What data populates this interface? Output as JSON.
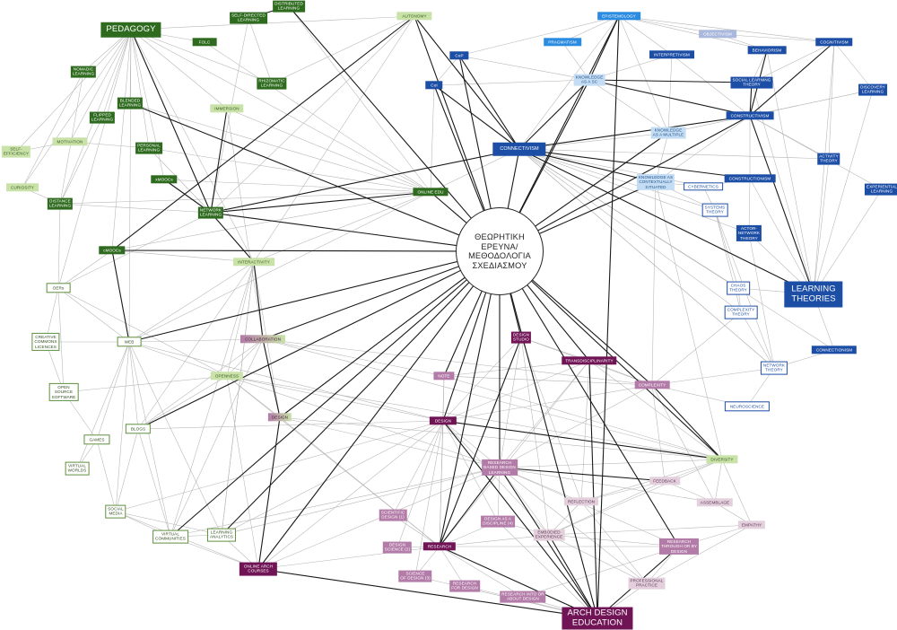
{
  "center": {
    "label": "ΘΕΩΡΗΤΙΚΗ\nΕΡΕΥΝΑ/\nΜΕΘΟΔΟΛΟΓΙΑ\nΣΧΕΔΙΑΣΜΟΥ"
  },
  "colors": {
    "dark_green": "#2e6b1e",
    "light_green": "#c8e2a8",
    "outline_green": "#5f8f3e",
    "dark_blue": "#1c4ea6",
    "mid_blue": "#2a8be0",
    "light_blue": "#c4ddf4",
    "dark_purple": "#701456",
    "mid_purple": "#b37ba8",
    "light_purple": "#e3d0dc",
    "edge_light": "#b4b4b4",
    "edge_dark": "#1a1a1a"
  },
  "nodes": [
    {
      "id": "pedagogy",
      "label": "PEDAGOGY"
    },
    {
      "id": "self_directed",
      "label": "SELF-DIRECTED\nLEARNING"
    },
    {
      "id": "distributed",
      "label": "DISTRIBUTED\nLEARNING"
    },
    {
      "id": "autonomy",
      "label": "AUTONOMY"
    },
    {
      "id": "folc",
      "label": "FOLC"
    },
    {
      "id": "nomadic",
      "label": "NOMADIC\nLEARNING"
    },
    {
      "id": "rhizomatic",
      "label": "RHIZOMATIC\nLEARNING"
    },
    {
      "id": "blended",
      "label": "BLENDED\nLEARNING"
    },
    {
      "id": "flipped",
      "label": "FLIPPED\nLEARNING"
    },
    {
      "id": "immersion",
      "label": "IMMERSION"
    },
    {
      "id": "motivation",
      "label": "MOTIVATION"
    },
    {
      "id": "personal",
      "label": "PERSONAL\nLEARNING"
    },
    {
      "id": "self_efficiency",
      "label": "SELF-\nEFFICIENCY"
    },
    {
      "id": "curiosity",
      "label": "CURIOSITY"
    },
    {
      "id": "xmoocs",
      "label": "xMOOCs"
    },
    {
      "id": "distance",
      "label": "DISTANCE\nLEARNING"
    },
    {
      "id": "network_learning",
      "label": "NETWORK\nLEARNING"
    },
    {
      "id": "online_edu",
      "label": "ONLINE EDU"
    },
    {
      "id": "cmoocs",
      "label": "cMOOCs"
    },
    {
      "id": "interactivity",
      "label": "INTERACTIVITY"
    },
    {
      "id": "oers",
      "label": "OERs"
    },
    {
      "id": "creative_commons",
      "label": "CREATIVE\nCOMMONS\nLICENCES"
    },
    {
      "id": "web",
      "label": "WEB"
    },
    {
      "id": "collaboration",
      "label": "COLLABORATION"
    },
    {
      "id": "openness",
      "label": "OPENNESS"
    },
    {
      "id": "open_source",
      "label": "OPEN\nSOURCE\nSOFTWARE"
    },
    {
      "id": "blogs",
      "label": "BLOGS"
    },
    {
      "id": "games",
      "label": "GAMES"
    },
    {
      "id": "virtual_worlds",
      "label": "VIRTUAL\nWORLDS"
    },
    {
      "id": "social_media",
      "label": "SOCIAL\nMEDIA"
    },
    {
      "id": "virtual_communities",
      "label": "VIRTUAL\nCOMMUNITIES"
    },
    {
      "id": "learning_analytics",
      "label": "LEARNING\nANALYTICS"
    },
    {
      "id": "online_arch",
      "label": "ONLINE ARCH\nCOURSES"
    },
    {
      "id": "epistemology",
      "label": "EPISTEMOLOGY"
    },
    {
      "id": "pragmatism",
      "label": "PRAGMATISM"
    },
    {
      "id": "objectivism",
      "label": "OBJECTIVISM"
    },
    {
      "id": "cognitivism",
      "label": "COGNITIVISM"
    },
    {
      "id": "interpretivism",
      "label": "INTERPRETIVISM"
    },
    {
      "id": "behaviorism",
      "label": "BEHAVIORISM"
    },
    {
      "id": "cop",
      "label": "CoP"
    },
    {
      "id": "knowledge_sc",
      "label": "KNOWLEDGE\nAS A SC"
    },
    {
      "id": "social_learning",
      "label": "SOCIAL LEARNING\nTHEORY"
    },
    {
      "id": "discovery",
      "label": "DISCOVERY\nLEARNING"
    },
    {
      "id": "coi",
      "label": "CoI"
    },
    {
      "id": "constructivism",
      "label": "CONSTRUCTIVISM"
    },
    {
      "id": "knowledge_multiple",
      "label": "KNOWLEDGE\nAS A MULTIPLE"
    },
    {
      "id": "connectivism",
      "label": "CONNECTIVISM"
    },
    {
      "id": "activity",
      "label": "ACTIVITY\nTHEORY"
    },
    {
      "id": "knowledge_contextual",
      "label": "KNOWLEDGE AS\nCONTEXTUALLY\nSITUATED"
    },
    {
      "id": "constructionism",
      "label": "CONSTRUCTIONISM"
    },
    {
      "id": "cybernetics",
      "label": "CYBERNETICS"
    },
    {
      "id": "experiential",
      "label": "EXPERIENTIAL\nLEARNING"
    },
    {
      "id": "systems",
      "label": "SYSTEMS\nTHEORY"
    },
    {
      "id": "ant",
      "label": "ACTOR-\nNETWORK\nTHEORY"
    },
    {
      "id": "chaos",
      "label": "CHAOS\nTHEORY"
    },
    {
      "id": "learning_theories",
      "label": "LEARNING\nTHEORIES"
    },
    {
      "id": "complexity_theory",
      "label": "COMPLEXITY\nTHEORY"
    },
    {
      "id": "connectionism",
      "label": "CONNECTIONISM"
    },
    {
      "id": "network_theory",
      "label": "NETWORK\nTHEORY"
    },
    {
      "id": "neuroscience",
      "label": "NEUROSCIENCE"
    },
    {
      "id": "design_studio",
      "label": "DESIGN\nSTUDIO"
    },
    {
      "id": "transdisciplinarity",
      "label": "TRANSDISCIPLINARITY"
    },
    {
      "id": "complexity",
      "label": "COMPLEXITY"
    },
    {
      "id": "reflection_small",
      "label": "NOTE"
    },
    {
      "id": "design",
      "label": "DESIGN"
    },
    {
      "id": "kinship",
      "label": "DESIGN"
    },
    {
      "id": "diversity",
      "label": "DIVERSITY"
    },
    {
      "id": "rbdl",
      "label": "RESEARCH\nBASED DESIGN\nLEARNING"
    },
    {
      "id": "feedback",
      "label": "FEEDBACK"
    },
    {
      "id": "reflection",
      "label": "REFLECTION"
    },
    {
      "id": "assemblage",
      "label": "ASSEMBLAGE"
    },
    {
      "id": "scientific_design",
      "label": "SCIENTIFIC\nDESIGN (1)"
    },
    {
      "id": "design_discipline",
      "label": "DESIGN AS A\nDISCIPLINE (4)"
    },
    {
      "id": "embodied",
      "label": "EMBODIED\nEXPERIENCE"
    },
    {
      "id": "empathy",
      "label": "EMPATHY"
    },
    {
      "id": "design_science",
      "label": "DESIGN\nSCIENCE (2)"
    },
    {
      "id": "research",
      "label": "RESEARCH"
    },
    {
      "id": "research_through",
      "label": "RESEARCH\nTHROUGH OR BY\nDESIGN"
    },
    {
      "id": "science_design",
      "label": "SCIENCE\nOF DESIGN (3)"
    },
    {
      "id": "research_for",
      "label": "RESEARCH\nFOR DESIGN"
    },
    {
      "id": "professional",
      "label": "PROFESSIONAL\nPRACTICE"
    },
    {
      "id": "research_into",
      "label": "RESEARCH INTO OR\nABOUT DESIGN"
    },
    {
      "id": "arch_design",
      "label": "ARCH DESIGN\nEDUCATION"
    }
  ]
}
